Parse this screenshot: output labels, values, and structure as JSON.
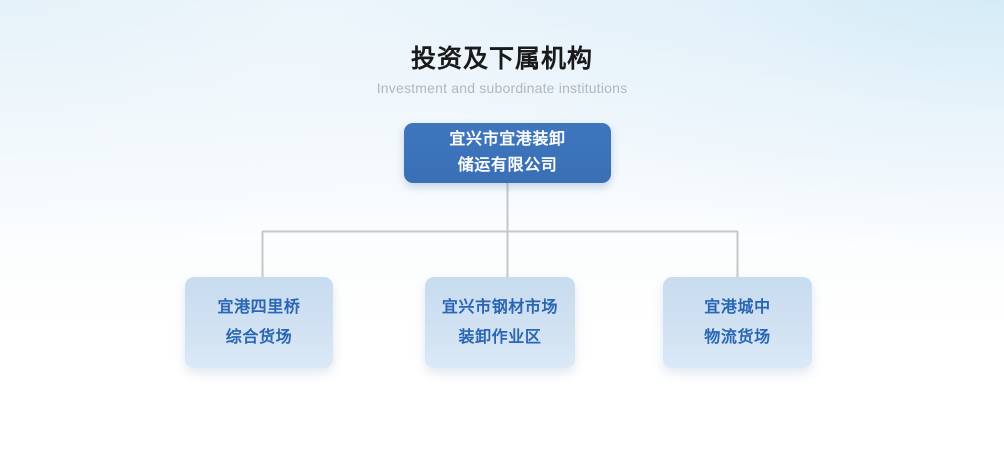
{
  "heading": {
    "title": "投资及下属机构",
    "subtitle": "Investment and subordinate institutions"
  },
  "chart": {
    "type": "org-chart",
    "root": {
      "label": "宜兴市宜港装卸\n储运有限公司",
      "line1": "宜兴市宜港装卸",
      "line2": "储运有限公司"
    },
    "children": [
      {
        "label": "宜港四里桥\n综合货场",
        "line1": "宜港四里桥",
        "line2": "综合货场"
      },
      {
        "label": "宜兴市钢材市场\n装卸作业区",
        "line1": "宜兴市钢材市场",
        "line2": "装卸作业区"
      },
      {
        "label": "宜港城中\n物流货场",
        "line1": "宜港城中",
        "line2": "物流货场"
      }
    ]
  },
  "colors": {
    "root_fill": "#3b72ba",
    "root_text": "#ffffff",
    "child_fill": "#cde0f1",
    "child_text": "#2a66b4",
    "connector": "#c5c7c9",
    "title_text": "#1a1a1a",
    "subtitle_text": "#b3b6ba",
    "background_top": "#e8f3fa",
    "background_bottom": "#ffffff"
  }
}
